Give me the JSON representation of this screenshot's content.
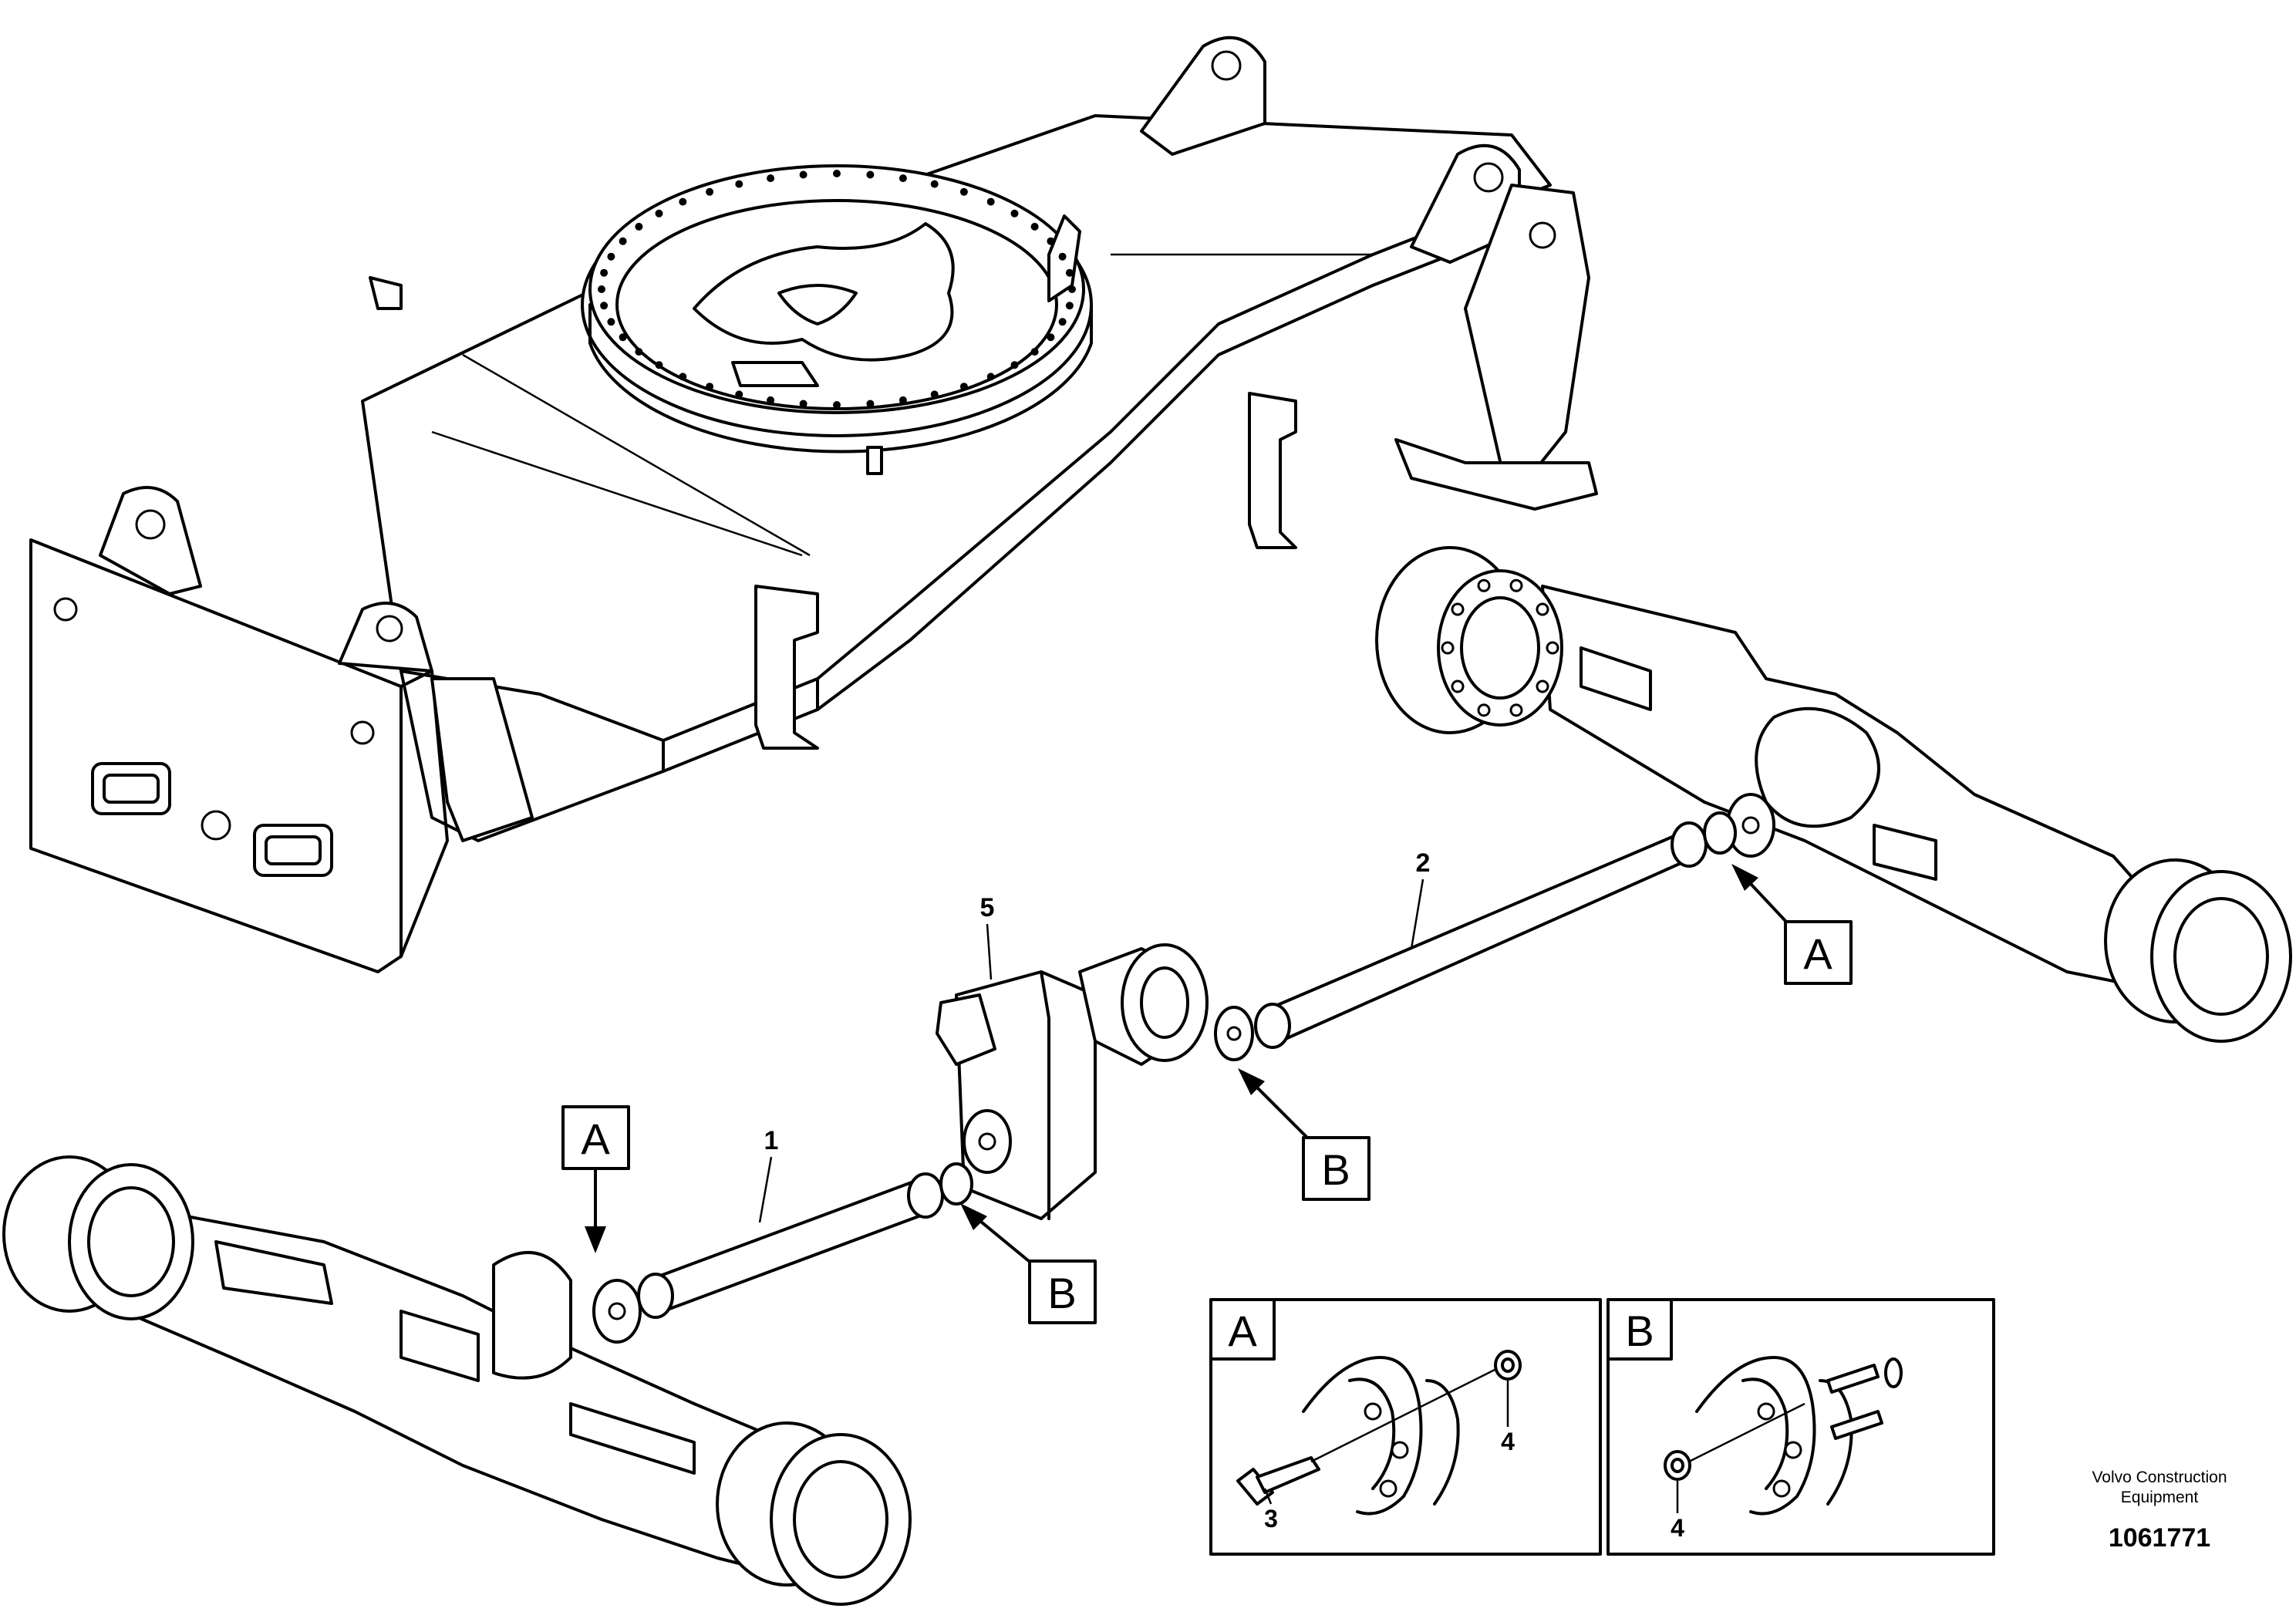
{
  "diagram": {
    "parts": [
      {
        "id": "callout-1",
        "label": "1"
      },
      {
        "id": "callout-2",
        "label": "2"
      },
      {
        "id": "callout-5",
        "label": "5"
      }
    ],
    "view_refs": [
      {
        "id": "ref-a-rear",
        "label": "A"
      },
      {
        "id": "ref-a-front",
        "label": "A"
      },
      {
        "id": "ref-b-gearbox-rear",
        "label": "B"
      },
      {
        "id": "ref-b-gearbox-front",
        "label": "B"
      }
    ],
    "detail_a": {
      "label": "A",
      "callouts": [
        "3",
        "4"
      ]
    },
    "detail_b": {
      "label": "B",
      "callouts": [
        "4"
      ]
    }
  },
  "footer": {
    "company_line1": "Volvo Construction",
    "company_line2": "Equipment",
    "drawing_number": "1061771"
  }
}
